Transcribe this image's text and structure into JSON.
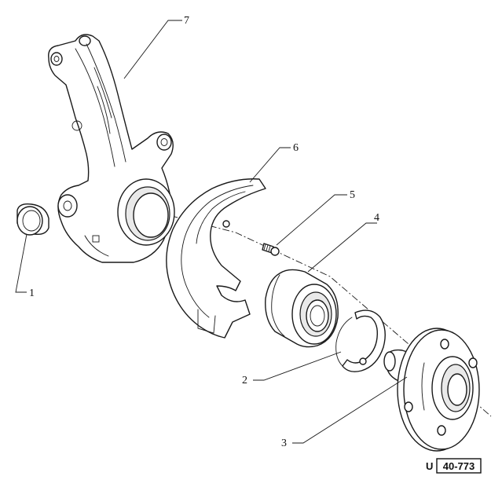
{
  "callouts": [
    {
      "id": "1",
      "label": "1"
    },
    {
      "id": "2",
      "label": "2"
    },
    {
      "id": "3",
      "label": "3"
    },
    {
      "id": "4",
      "label": "4"
    },
    {
      "id": "5",
      "label": "5"
    },
    {
      "id": "6",
      "label": "6"
    },
    {
      "id": "7",
      "label": "7"
    }
  ],
  "reference": {
    "prefix": "U",
    "code": "40-773"
  }
}
